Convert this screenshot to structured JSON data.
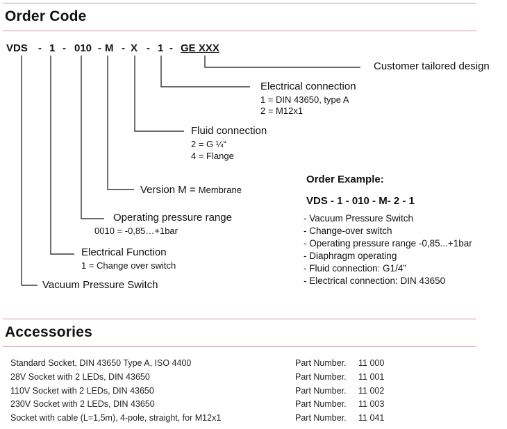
{
  "order_code": {
    "title": "Order Code",
    "code_parts": [
      "VDS",
      "-",
      "1",
      "-",
      "010",
      "-",
      "M",
      "-",
      "X",
      "-",
      "1",
      "-",
      "GE XXX"
    ],
    "entries": [
      {
        "label": "Customer tailored design",
        "details": []
      },
      {
        "label": "Electrical connection",
        "details": [
          "1 = DIN 43650, type A",
          "2 = M12x1"
        ]
      },
      {
        "label": "Fluid connection",
        "details": [
          "2 =  G ¼“",
          "4 = Flange"
        ]
      },
      {
        "label": "Version M = ",
        "label_small": "Membrane",
        "details": []
      },
      {
        "label": "Operating pressure range",
        "details": [
          "0010 = -0,85…+1bar"
        ]
      },
      {
        "label": "Electrical  Function",
        "details": [
          "1 = Change over switch"
        ]
      },
      {
        "label": "Vacuum Pressure Switch",
        "details": []
      }
    ]
  },
  "order_example": {
    "title": "Order Example:",
    "code": "VDS - 1 - 010 - M- 2 - 1",
    "items": [
      "- Vacuum Pressure Switch",
      "- Change-over switch",
      "- Operating pressure range -0,85...+1bar",
      "- Diaphragm operating",
      "- Fluid connection: G1/4”",
      "- Electrical connection: DIN 43650"
    ]
  },
  "accessories": {
    "title": "Accessories",
    "rows": [
      {
        "description": "Standard Socket,  DIN 43650 Type A, ISO 4400",
        "part_label": "Part Number.",
        "part_number": "11 000"
      },
      {
        "description": "28V Socket with 2 LEDs, DIN 43650",
        "part_label": "Part Number.",
        "part_number": "11 001"
      },
      {
        "description": "110V Socket with 2 LEDs, DIN 43650",
        "part_label": "Part Number.",
        "part_number": "11 002"
      },
      {
        "description": "230V Socket with 2 LEDs, DIN 43650",
        "part_label": "Part Number.",
        "part_number": "11 003"
      },
      {
        "description": "Socket with cable (L=1,5m), 4-pole, straight, for M12x1",
        "part_label": "Part Number.",
        "part_number": "11 041"
      }
    ]
  },
  "colors": {
    "rule": "#c79a9a",
    "text": "#111111"
  }
}
